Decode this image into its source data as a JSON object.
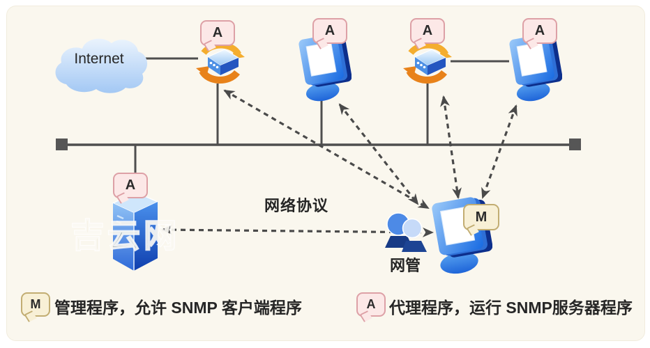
{
  "cloud": {
    "label": "Internet"
  },
  "badges": {
    "agent": "A",
    "manager": "M"
  },
  "labels": {
    "protocol": "网络协议",
    "manager": "网管"
  },
  "legend": {
    "manager_badge": "M",
    "manager_text": "管理程序，允许 SNMP 客户端程序",
    "agent_badge": "A",
    "agent_text": "代理程序，运行 SNMP服务器程序"
  },
  "watermark": {
    "text": "吉云网"
  },
  "colors": {
    "card_background": "#faf7ee",
    "line": "#4e4e4e",
    "agent_bubble_bg": "#fce8e7",
    "agent_bubble_border": "#dda0a6",
    "manager_bubble_bg": "#f8f0d6",
    "manager_bubble_border": "#c2ad72",
    "device_blue": "#1d6ae0",
    "router_arrow_gold": "#f4ad2e",
    "router_arrow_orange": "#e8821a"
  }
}
